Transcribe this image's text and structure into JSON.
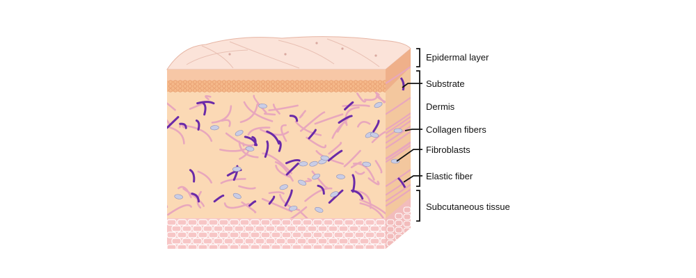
{
  "labels": {
    "epidermal_layer": "Epidermal layer",
    "substrate": "Substrate",
    "dermis": "Dermis",
    "collagen_fibers": "Collagen fibers",
    "fibroblasts": "Fibroblasts",
    "elastic_fiber": "Elastic fiber",
    "subcutaneous_tissue": "Subcutaneous tissue"
  },
  "colors": {
    "epidermis_top": "#fbe3d9",
    "epidermis_side": "#f7c7a6",
    "substrate_band": "#f5b98a",
    "dermis_fill": "#fbd9b5",
    "collagen_fiber": "#e8a7bd",
    "elastic_fiber": "#6a2aa8",
    "fibroblast": "#c9cde6",
    "subcutaneous": "#f7c6c6",
    "subcutaneous_lines": "#ffffff",
    "leader_line": "#111111"
  },
  "icons": {
    "skin_block": "skin-cross-section-icon"
  }
}
